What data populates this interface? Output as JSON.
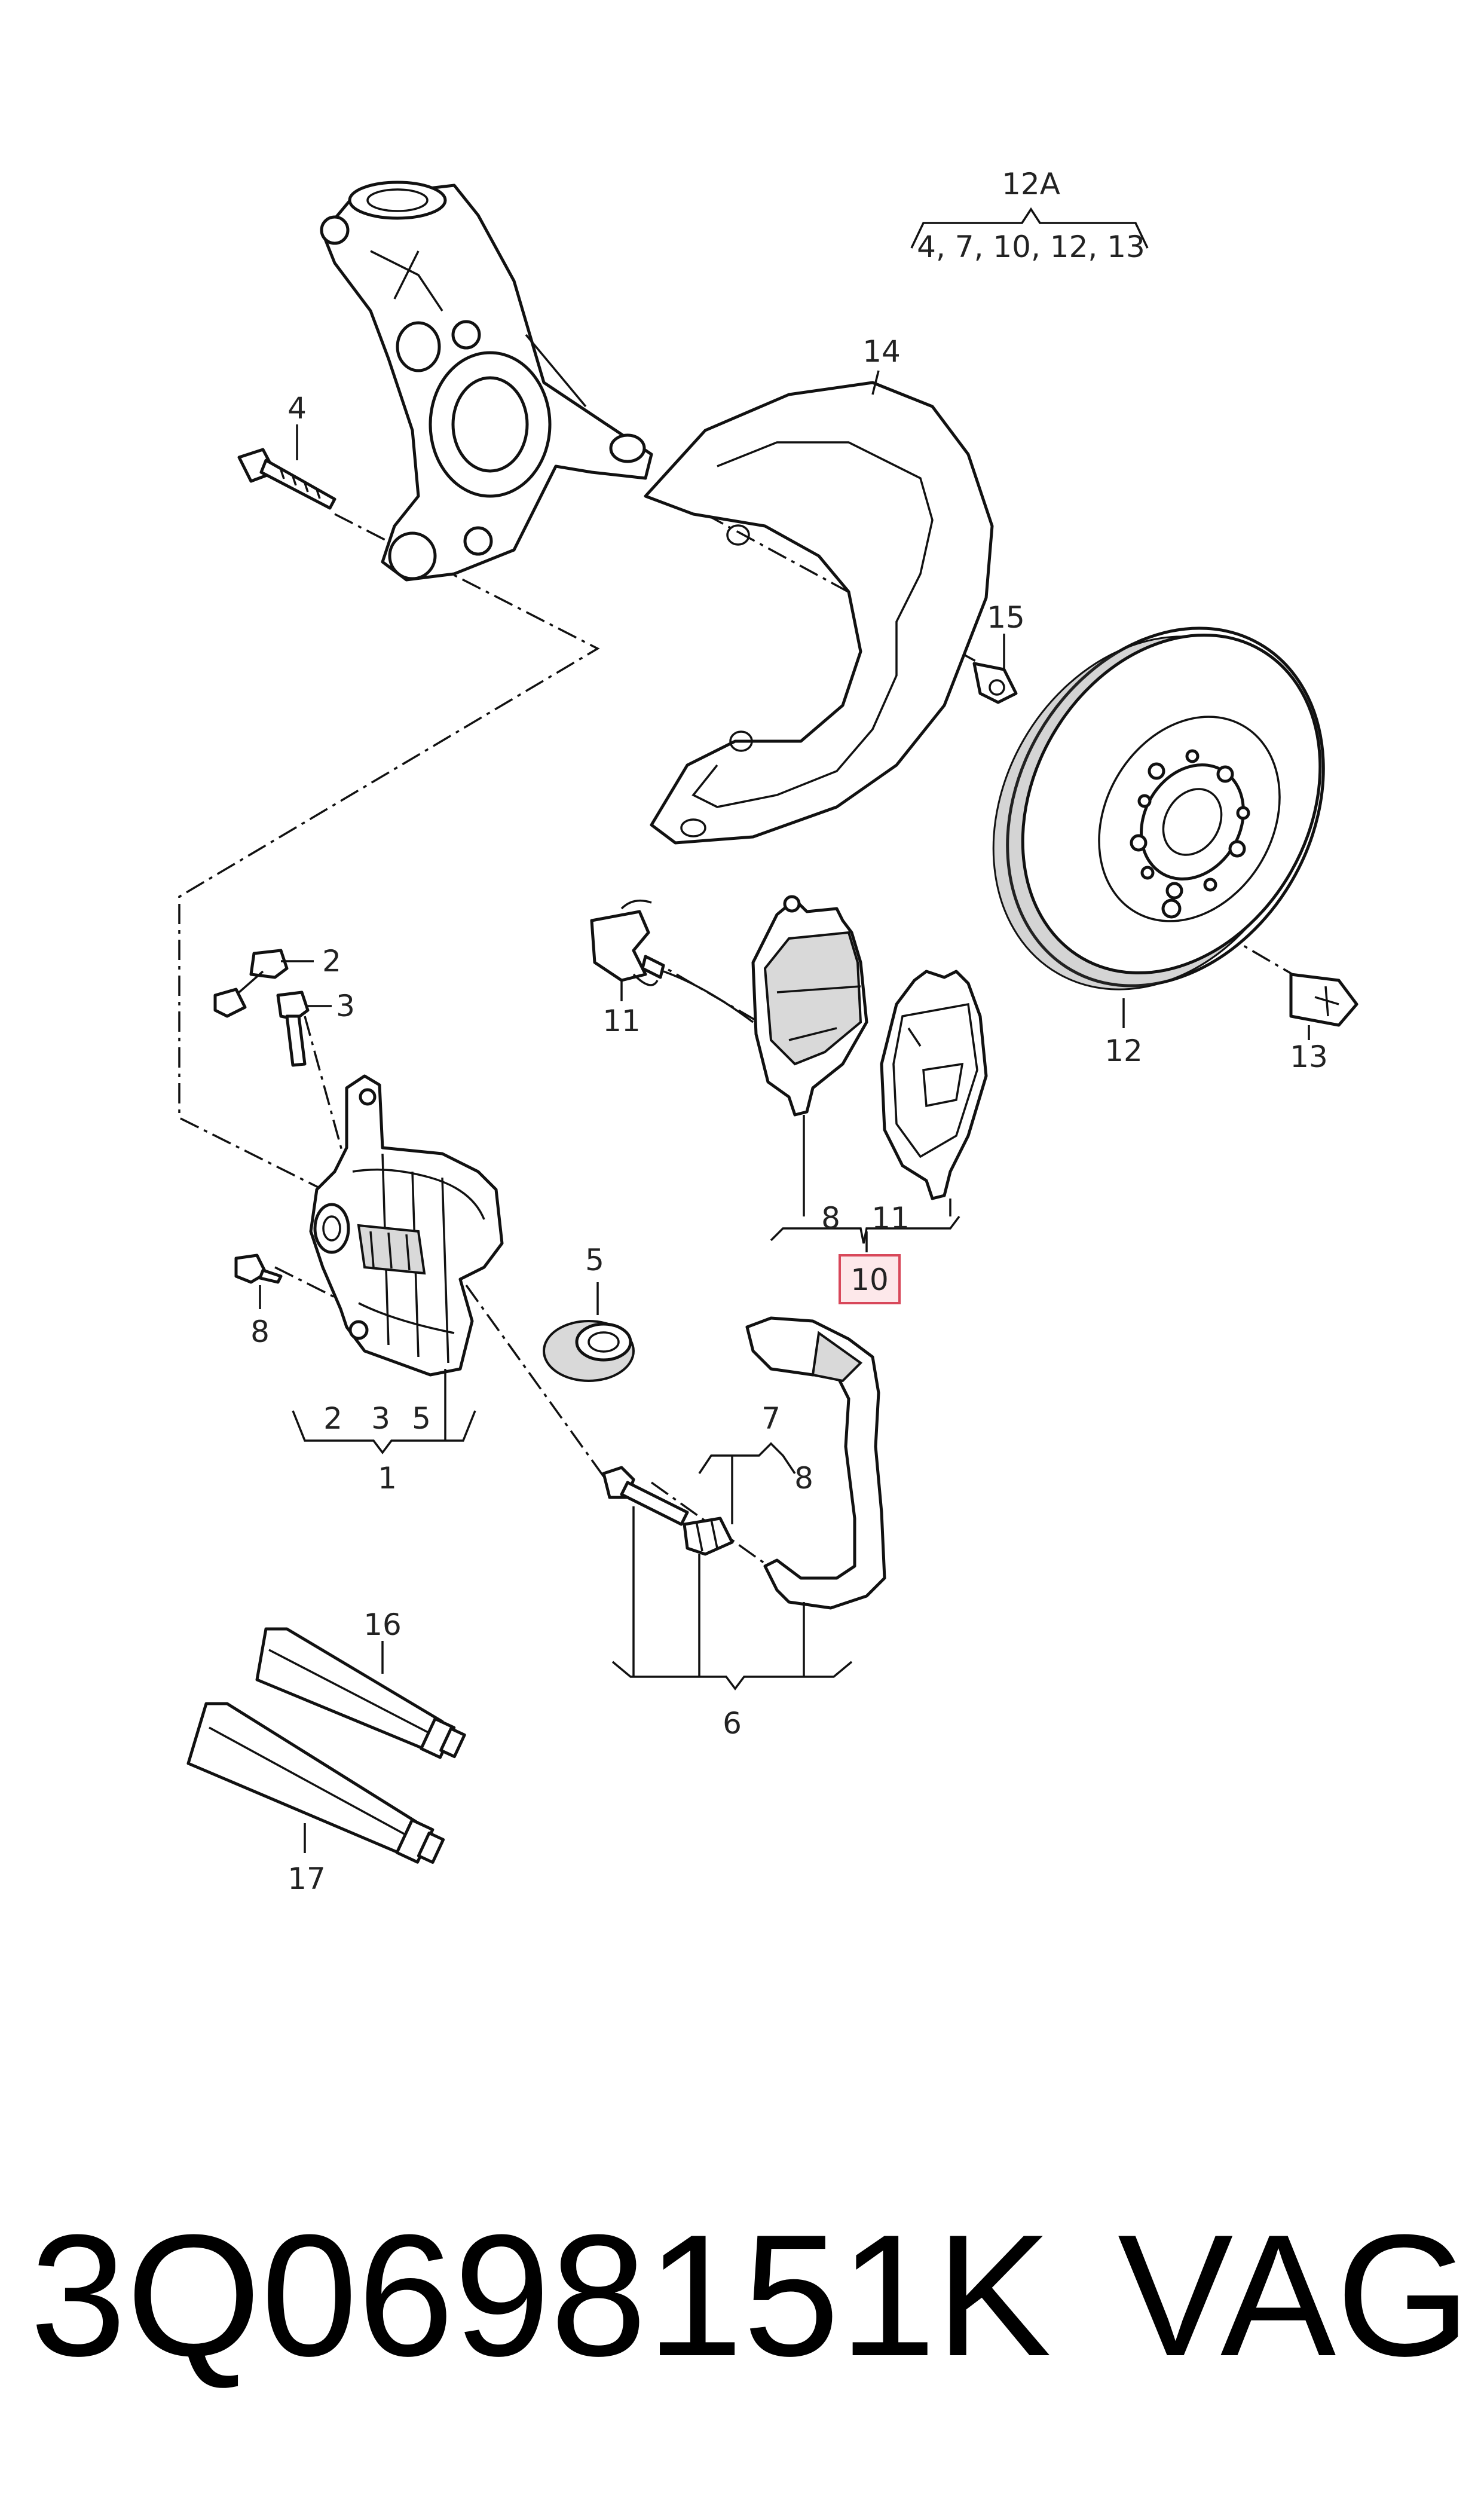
{
  "callouts": {
    "c12a": "12A",
    "c12a_items": "4, 7, 10, 12, 13",
    "c14": "14",
    "c4": "4",
    "c15": "15",
    "c2": "2",
    "c3": "3",
    "c11a": "11",
    "c12": "12",
    "c13": "13",
    "c5": "5",
    "c8a": "8",
    "c8b": "8",
    "c11b": "11",
    "c10": "10",
    "g1_2": "2",
    "g1_3": "3",
    "g1_5": "5",
    "c1": "1",
    "c7": "7",
    "c8c": "8",
    "c6": "6",
    "c16": "16",
    "c17": "17"
  },
  "highlight_color": "#d8485a",
  "footer": {
    "part_number": "3Q0698151K",
    "brand": "VAG"
  }
}
